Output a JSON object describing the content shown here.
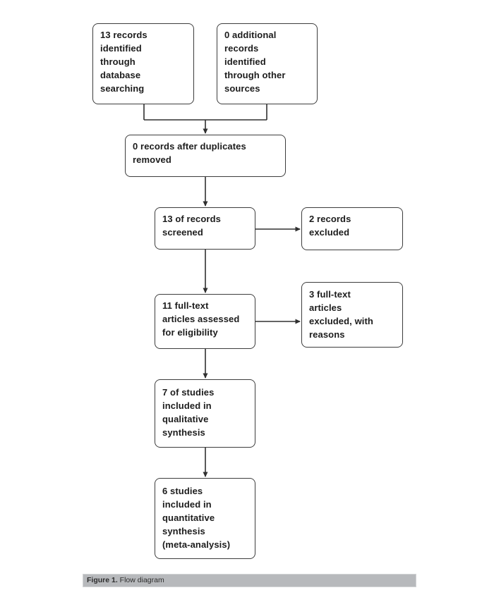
{
  "colors": {
    "page_bg": "#ffffff",
    "box_border": "#3d3d3d",
    "box_bg": "#ffffff",
    "text": "#1c1c1c",
    "line": "#303030",
    "caption_bg": "#b7b9bc",
    "caption_border": "#d2d4d6",
    "caption_text": "#2e2e2e"
  },
  "diagram": {
    "type": "flowchart",
    "boxes": {
      "identified_database": {
        "text": "13 records\nidentified\nthrough\ndatabase\nsearching"
      },
      "identified_other": {
        "text": "0 additional\nrecords\nidentified\nthrough other\nsources"
      },
      "after_duplicates": {
        "text": "0 records after duplicates\nremoved"
      },
      "screened": {
        "text": "13 of records\nscreened"
      },
      "records_excluded": {
        "text": "2 records\nexcluded"
      },
      "fulltext_assessed": {
        "text": "11 full-text\narticles assessed\nfor eligibility"
      },
      "fulltext_excluded": {
        "text": "3 full-text\narticles\nexcluded, with\nreasons"
      },
      "qualitative": {
        "text": "7 of studies\nincluded in\nqualitative\nsynthesis"
      },
      "quantitative": {
        "text": "6 studies\nincluded in\nquantitative\nsynthesis\n(meta-analysis)"
      }
    }
  },
  "caption": {
    "label": "Figure 1.",
    "text": " Flow diagram"
  }
}
